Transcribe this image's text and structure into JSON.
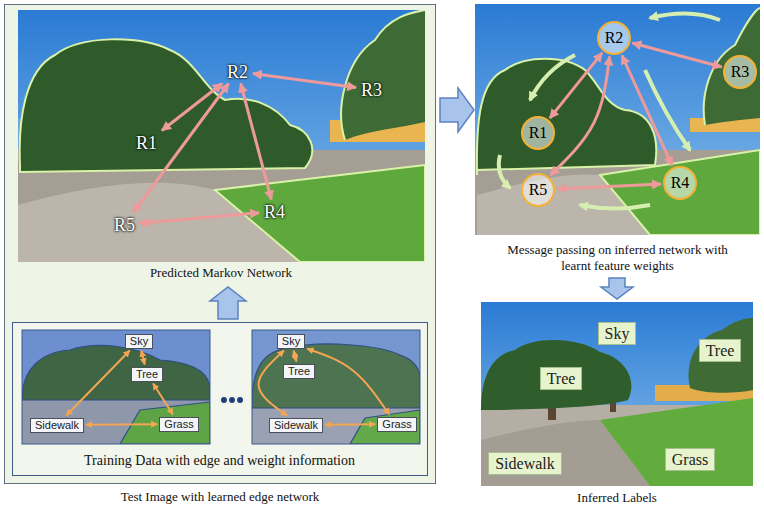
{
  "diagram": {
    "nodes": [
      {
        "text": [
          "Test Image with learned edge network"
        ]
      },
      {
        "text": [
          "Predicted Markov Network"
        ],
        "in": 0
      },
      {
        "text": [
          "R1"
        ],
        "in": 1
      },
      {
        "text": [
          "R2"
        ],
        "in": 1
      },
      {
        "text": [
          "R3"
        ],
        "in": 1
      },
      {
        "text": [
          "R4"
        ],
        "in": 1
      },
      {
        "text": [
          "R5"
        ],
        "in": 1
      },
      {
        "text": [
          "Training Data with edge and weight information"
        ],
        "in": 0
      },
      {
        "text": [
          "Sky"
        ],
        "in": 7
      },
      {
        "text": [
          "Tree"
        ],
        "in": 7
      },
      {
        "text": [
          "Sidewalk"
        ],
        "in": 7
      },
      {
        "text": [
          "Grass"
        ],
        "in": 7
      },
      {
        "text": [
          "Sky"
        ],
        "in": 7
      },
      {
        "text": [
          "Tree"
        ],
        "in": 7
      },
      {
        "text": [
          "Sidewalk"
        ],
        "in": 7
      },
      {
        "text": [
          "Grass"
        ],
        "in": 7
      },
      {
        "text": [
          "Message passing on inferred network with learnt feature weights"
        ]
      },
      {
        "text": [
          "R1"
        ],
        "in": 16
      },
      {
        "text": [
          "R2"
        ],
        "in": 16
      },
      {
        "text": [
          "R3"
        ],
        "in": 16
      },
      {
        "text": [
          "R4"
        ],
        "in": 16
      },
      {
        "text": [
          "R5"
        ],
        "in": 16
      },
      {
        "text": [
          "Inferred Labels"
        ]
      },
      {
        "text": [
          "Sky"
        ],
        "in": 22
      },
      {
        "text": [
          "Tree"
        ],
        "in": 22
      },
      {
        "text": [
          "Tree"
        ],
        "in": 22
      },
      {
        "text": [
          "Sidewalk"
        ],
        "in": 22
      },
      {
        "text": [
          "Grass"
        ],
        "in": 22
      }
    ],
    "edges": [
      {
        "from": 3,
        "to": 2,
        "arrow": "both"
      },
      {
        "from": 3,
        "to": 4,
        "arrow": "both"
      },
      {
        "from": 3,
        "to": 6,
        "arrow": "both"
      },
      {
        "from": 3,
        "to": 5,
        "arrow": "both"
      },
      {
        "from": 6,
        "to": 5,
        "arrow": "both"
      },
      {
        "from": 8,
        "to": 9,
        "arrow": "both"
      },
      {
        "from": 8,
        "to": 10,
        "arrow": "both"
      },
      {
        "from": 9,
        "to": 11,
        "arrow": "both"
      },
      {
        "from": 10,
        "to": 11,
        "arrow": "both"
      },
      {
        "from": 12,
        "to": 13,
        "arrow": "both"
      },
      {
        "from": 12,
        "to": 14,
        "arrow": "both"
      },
      {
        "from": 14,
        "to": 15,
        "arrow": "both"
      },
      {
        "from": 12,
        "to": 15,
        "arrow": "both"
      },
      {
        "from": 18,
        "to": 17,
        "arrow": "both"
      },
      {
        "from": 18,
        "to": 19,
        "arrow": "both"
      },
      {
        "from": 18,
        "to": 20,
        "arrow": "both"
      },
      {
        "from": 18,
        "to": 21,
        "arrow": "both"
      },
      {
        "from": 21,
        "to": 20,
        "arrow": "both"
      }
    ]
  }
}
